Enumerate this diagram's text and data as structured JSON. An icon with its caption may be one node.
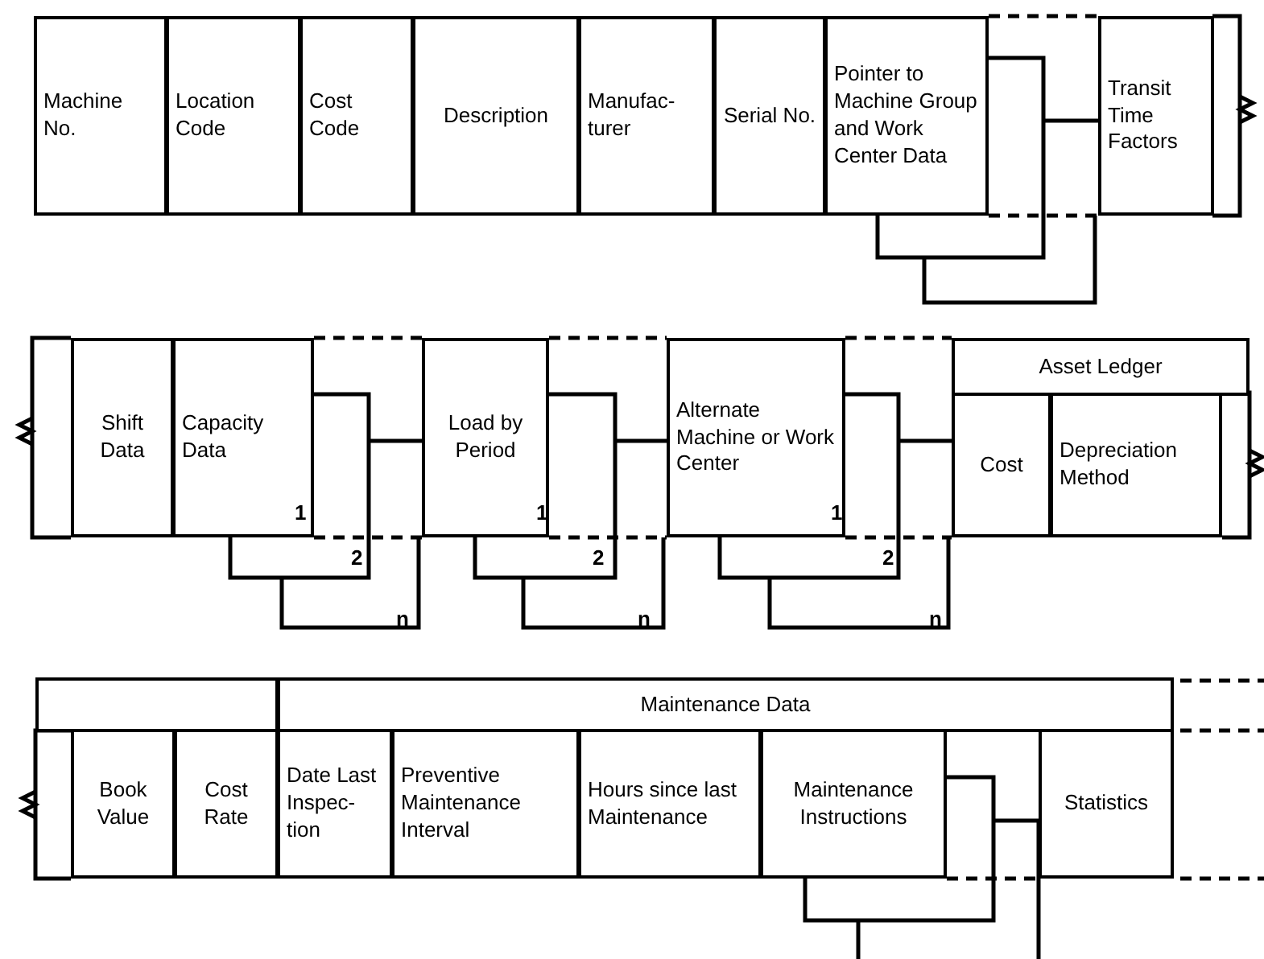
{
  "diagram": {
    "nodes": [
      {
        "text": [
          "Machine No."
        ]
      },
      {
        "text": [
          "Location Code"
        ]
      },
      {
        "text": [
          "Cost Code"
        ]
      },
      {
        "text": [
          "Description"
        ]
      },
      {
        "text": [
          "Manufac- turer"
        ]
      },
      {
        "text": [
          "Serial No."
        ]
      },
      {
        "text": [
          "Pointer to Machine Group and Work Center Data"
        ]
      },
      {
        "text": [
          "Transit Time Factors"
        ]
      },
      {
        "text": [
          "Shift Data"
        ]
      },
      {
        "text": [
          "Capacity Data"
        ]
      },
      {
        "text": [
          "Load by Period"
        ]
      },
      {
        "text": [
          "Alternate Machine or Work Center"
        ]
      },
      {
        "text": [
          "Asset Ledger"
        ]
      },
      {
        "text": [
          "Cost"
        ]
      },
      {
        "text": [
          "Depreciation Method"
        ]
      },
      {
        "text": [],
        "shape": "box"
      },
      {
        "text": [
          "Maintenance Data"
        ]
      },
      {
        "text": [
          "Book Value"
        ]
      },
      {
        "text": [
          "Cost Rate"
        ]
      },
      {
        "text": [
          "Date Last Inspec- tion"
        ]
      },
      {
        "text": [
          "Preventive Maintenance Interval"
        ]
      },
      {
        "text": [
          "Hours since last Maintenance"
        ]
      },
      {
        "text": [
          "Maintenance Instructions"
        ]
      },
      {
        "text": [
          "Statistics"
        ]
      }
    ],
    "edges": [
      {
        "from": 6,
        "to": 7,
        "arrow": "none"
      },
      {
        "from": 9,
        "to": 10,
        "arrow": "none"
      },
      {
        "from": 10,
        "to": 11,
        "arrow": "none"
      },
      {
        "from": 11,
        "to": 13,
        "arrow": "none"
      },
      {
        "from": 22,
        "to": 23,
        "arrow": "none"
      }
    ],
    "labels": [
      "1",
      "1",
      "1",
      "2",
      "2",
      "2",
      "n",
      "n",
      "n"
    ]
  }
}
